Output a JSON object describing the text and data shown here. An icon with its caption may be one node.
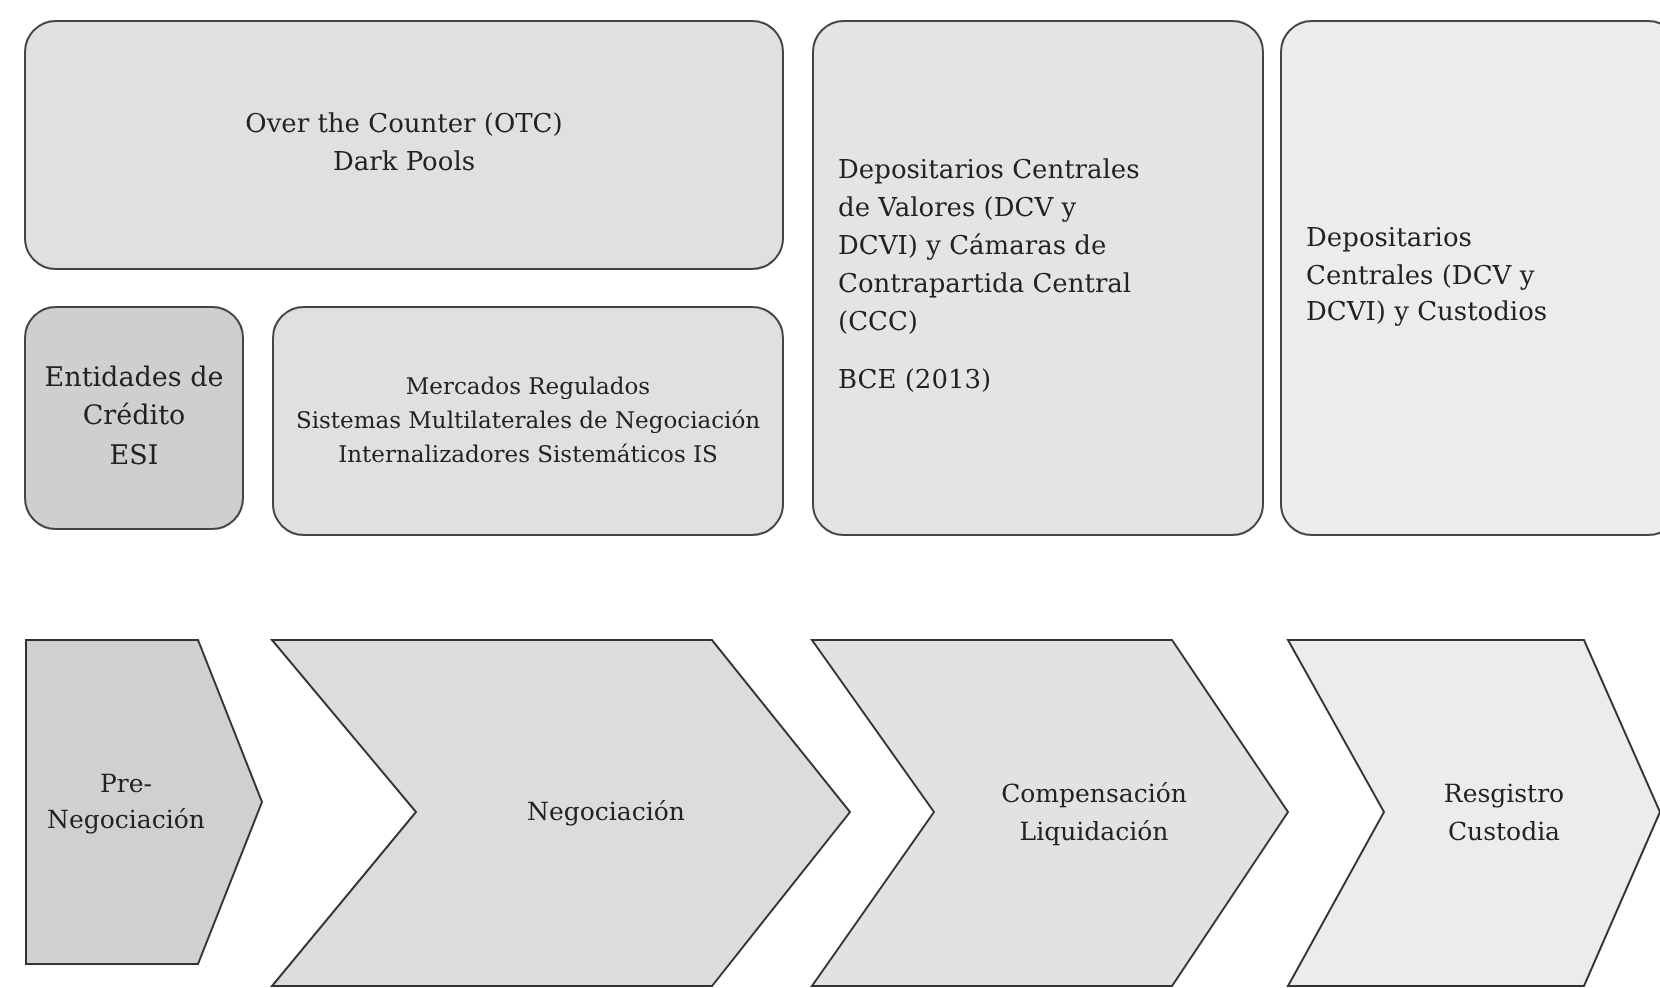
{
  "diagram": {
    "nodes": [
      {
        "text": [
          "Over the Counter (OTC)",
          "Dark Pools"
        ]
      },
      {
        "text": [
          "Entidades de Crédito",
          "ESI"
        ]
      },
      {
        "text": [
          "Mercados Regulados",
          "Sistemas Multilaterales de Negociación",
          "Internalizadores Sistemáticos IS"
        ]
      },
      {
        "text": [
          "Depositarios Centrales de Valores (DCV y DCVI) y Cámaras de Contrapartida Central (CCC)",
          "BCE (2013)"
        ]
      },
      {
        "text": [
          "Depositarios Centrales (DCV y DCVI) y Custodios"
        ]
      },
      {
        "text": [
          "Pre-Negociación"
        ]
      },
      {
        "text": [
          "Negociación"
        ]
      },
      {
        "text": [
          "Compensación",
          "Liquidación"
        ]
      },
      {
        "text": [
          "Resgistro",
          "Custodia"
        ]
      }
    ]
  }
}
